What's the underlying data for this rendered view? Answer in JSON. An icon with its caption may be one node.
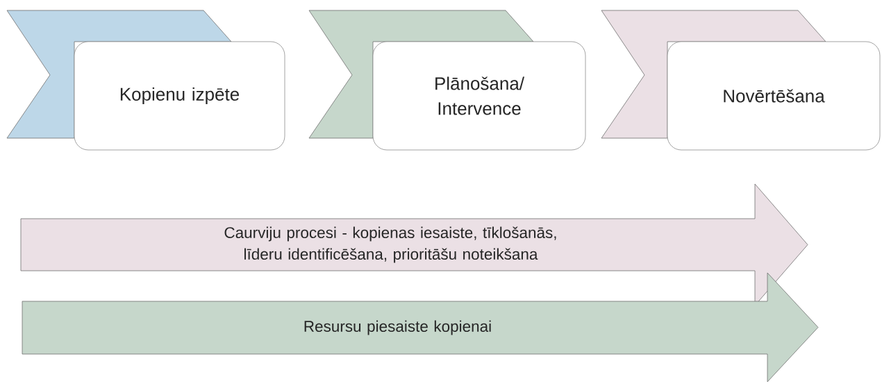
{
  "diagram": {
    "nodes": [
      {
        "text": [],
        "shape": "chevron"
      },
      {
        "text": [
          "Kopienu izpēte"
        ]
      },
      {
        "text": [],
        "shape": "chevron"
      },
      {
        "text": [
          "Plānošana/ Intervence"
        ]
      },
      {
        "text": [],
        "shape": "chevron"
      },
      {
        "text": [
          "Novērtēšana"
        ]
      },
      {
        "text": [
          "Caurviju procesi - kopienas iesaiste, tīklošanās, līderu identificēšana, prioritāšu noteikšana"
        ]
      },
      {
        "text": [
          "Resursu piesaiste kopienai"
        ]
      }
    ]
  }
}
